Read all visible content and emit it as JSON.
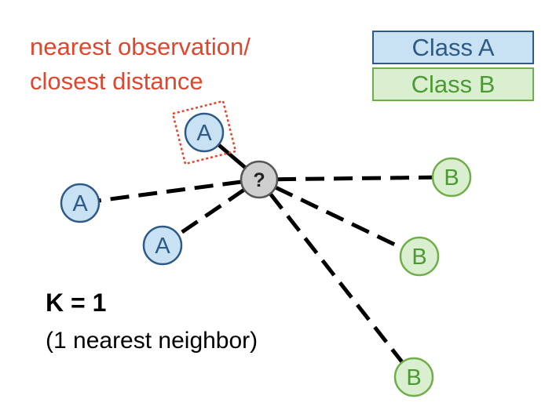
{
  "annotation": {
    "line1": "nearest observation/",
    "line2": "closest distance"
  },
  "legend": {
    "class_a": "Class A",
    "class_b": "Class B"
  },
  "k": {
    "title": "K = 1",
    "subtitle": "(1 nearest neighbor)"
  },
  "query_point": {
    "label": "?"
  },
  "nodes": [
    {
      "label": "A",
      "cls": "a",
      "nearest": true
    },
    {
      "label": "A",
      "cls": "a",
      "nearest": false
    },
    {
      "label": "A",
      "cls": "a",
      "nearest": false
    },
    {
      "label": "B",
      "cls": "b",
      "nearest": false
    },
    {
      "label": "B",
      "cls": "b",
      "nearest": false
    },
    {
      "label": "B",
      "cls": "b",
      "nearest": false
    }
  ],
  "colors": {
    "class_a_fill": "#c9e2f3",
    "class_a_stroke": "#2e5a87",
    "class_b_fill": "#d9efcf",
    "class_b_stroke": "#6fae48",
    "query_fill": "#cfcfcf",
    "query_stroke": "#555555",
    "highlight": "#e0452d"
  }
}
